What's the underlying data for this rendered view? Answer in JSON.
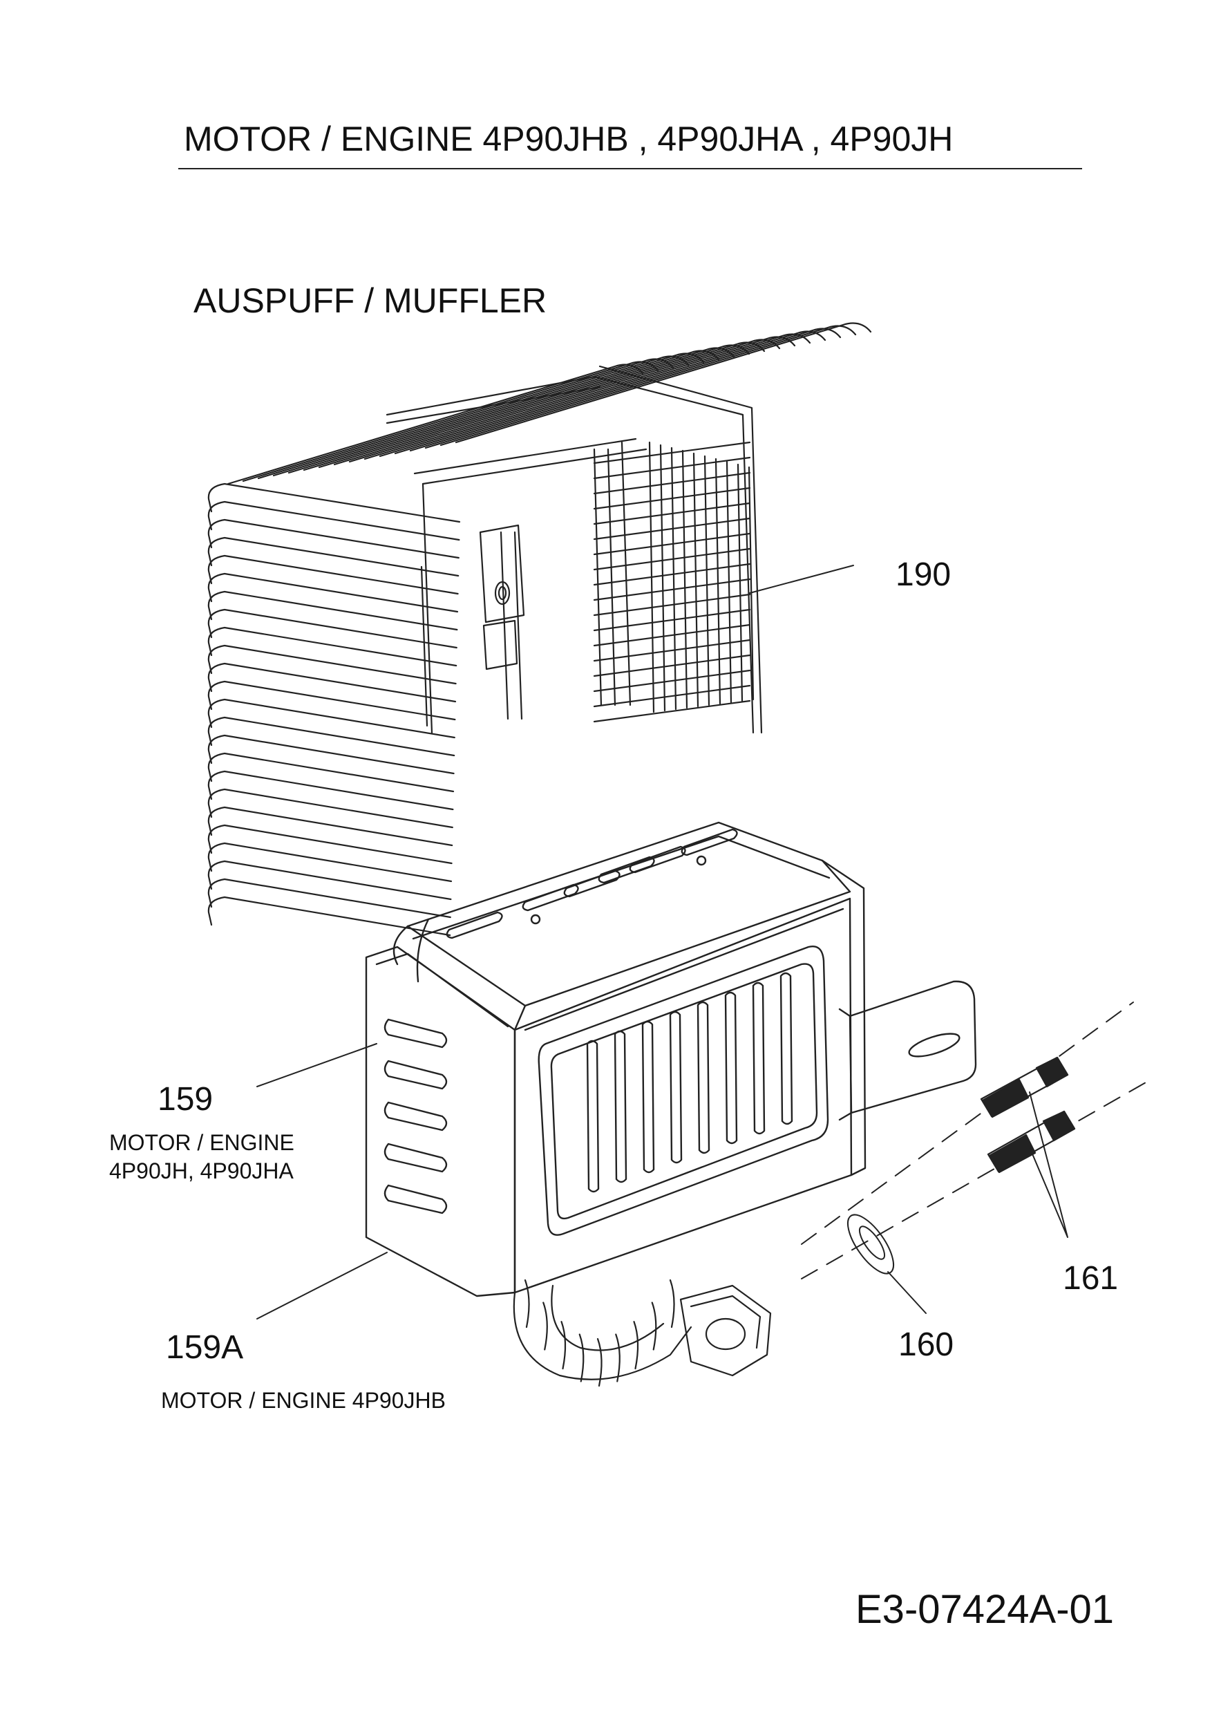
{
  "header": {
    "title": "MOTOR / ENGINE  4P90JHB , 4P90JHA , 4P90JH"
  },
  "section": {
    "title": "AUSPUFF / MUFFLER"
  },
  "callouts": [
    {
      "label": "190"
    },
    {
      "label": "159",
      "note_lines": [
        "MOTOR / ENGINE",
        "4P90JH, 4P90JHA"
      ]
    },
    {
      "label": "159A",
      "note_lines": [
        "MOTOR / ENGINE  4P90JHB"
      ]
    },
    {
      "label": "160"
    },
    {
      "label": "161"
    }
  ],
  "footer": {
    "doc_id": "E3-07424A-01"
  }
}
